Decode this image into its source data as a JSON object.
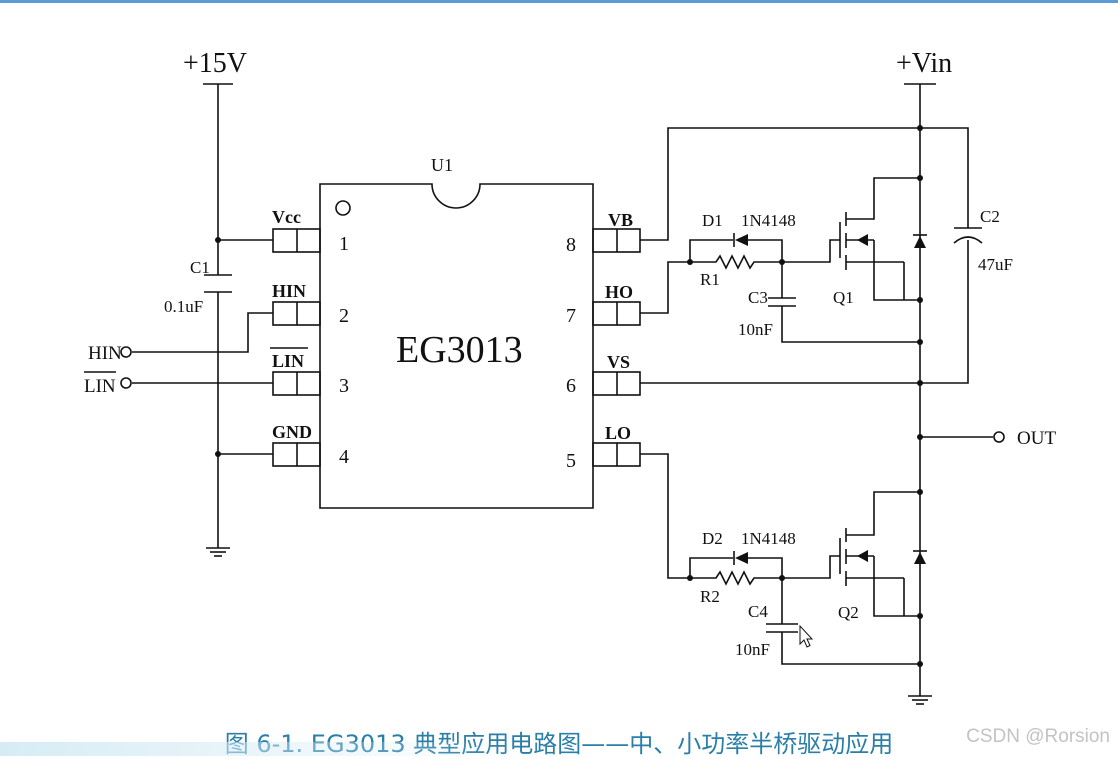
{
  "power": {
    "vcc": "+15V",
    "vin": "+Vin"
  },
  "chip": {
    "ref": "U1",
    "name": "EG3013",
    "pins": [
      {
        "num": "1",
        "name": "Vcc"
      },
      {
        "num": "2",
        "name": "HIN"
      },
      {
        "num": "3",
        "name": "LIN"
      },
      {
        "num": "4",
        "name": "GND"
      },
      {
        "num": "5",
        "name": "LO"
      },
      {
        "num": "6",
        "name": "VS"
      },
      {
        "num": "7",
        "name": "HO"
      },
      {
        "num": "8",
        "name": "VB"
      }
    ]
  },
  "inputs": {
    "hin": "HIN",
    "lin": "LIN"
  },
  "components": {
    "c1": {
      "ref": "C1",
      "value": "0.1uF"
    },
    "c2": {
      "ref": "C2",
      "value": "47uF"
    },
    "c3": {
      "ref": "C3",
      "value": "10nF"
    },
    "c4": {
      "ref": "C4",
      "value": "10nF"
    },
    "d1": {
      "ref": "D1",
      "value": "1N4148"
    },
    "d2": {
      "ref": "D2",
      "value": "1N4148"
    },
    "r1": {
      "ref": "R1"
    },
    "r2": {
      "ref": "R2"
    },
    "q1": {
      "ref": "Q1"
    },
    "q2": {
      "ref": "Q2"
    }
  },
  "output": "OUT",
  "caption": "图 6-1. EG3013 典型应用电路图——中、小功率半桥驱动应用",
  "watermark": "CSDN @Rorsion"
}
